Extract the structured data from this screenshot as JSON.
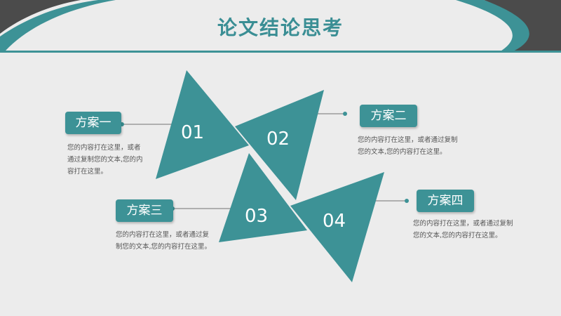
{
  "title": "论文结论思考",
  "colors": {
    "teal": "#3d9296",
    "dark": "#4b4b4b",
    "background": "#ececec"
  },
  "items": [
    {
      "number": "01",
      "label": "方案一",
      "text_line1": "您的内容打在这里，或者",
      "text_line2": "通过复制您的文本,您的内",
      "text_line3": "容打在这里。"
    },
    {
      "number": "02",
      "label": "方案二",
      "text_line1": "您的内容打在这里，或者通过复制",
      "text_line2": "您的文本,您的内容打在这里。"
    },
    {
      "number": "03",
      "label": "方案三",
      "text_line1": "您的内容打在这里，或者通过复",
      "text_line2": "制您的文本,您的内容打在这里。"
    },
    {
      "number": "04",
      "label": "方案四",
      "text_line1": "您的内容打在这里，或者通过复制",
      "text_line2": "您的文本,您的内容打在这里。"
    }
  ]
}
